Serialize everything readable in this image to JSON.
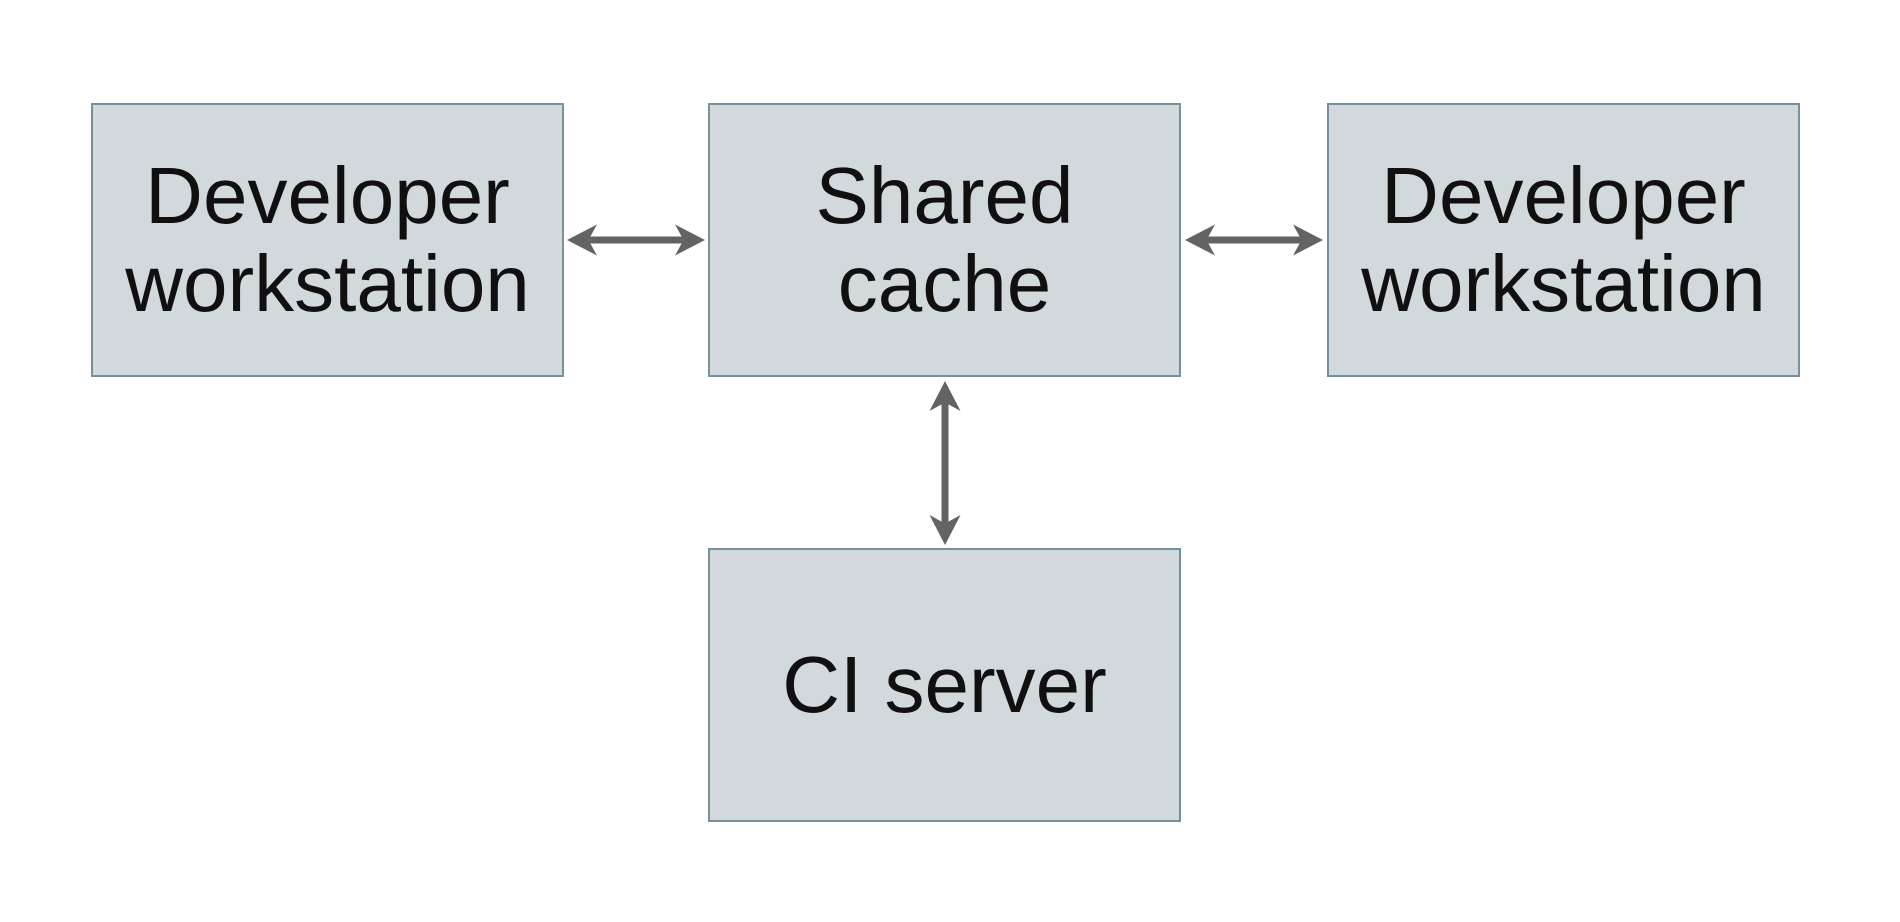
{
  "diagram": {
    "colors": {
      "background": "#ffffff",
      "box-fill": "#d2d9dc",
      "box-border": "#76909d",
      "arrow": "#636363",
      "text": "#101010"
    },
    "nodes": [
      {
        "id": "developer-workstation-left",
        "label": "Developer workstation",
        "lines": [
          "Developer",
          "workstation"
        ]
      },
      {
        "id": "shared-cache",
        "label": "Shared cache",
        "lines": [
          "Shared",
          "cache"
        ]
      },
      {
        "id": "developer-workstation-right",
        "label": "Developer workstation",
        "lines": [
          "Developer",
          "workstation"
        ]
      },
      {
        "id": "ci-server",
        "label": "CI server",
        "lines": [
          "CI server"
        ]
      }
    ],
    "edges": [
      {
        "from": "developer-workstation-left",
        "to": "shared-cache",
        "direction": "bidirectional"
      },
      {
        "from": "shared-cache",
        "to": "developer-workstation-right",
        "direction": "bidirectional"
      },
      {
        "from": "shared-cache",
        "to": "ci-server",
        "direction": "bidirectional"
      }
    ]
  }
}
